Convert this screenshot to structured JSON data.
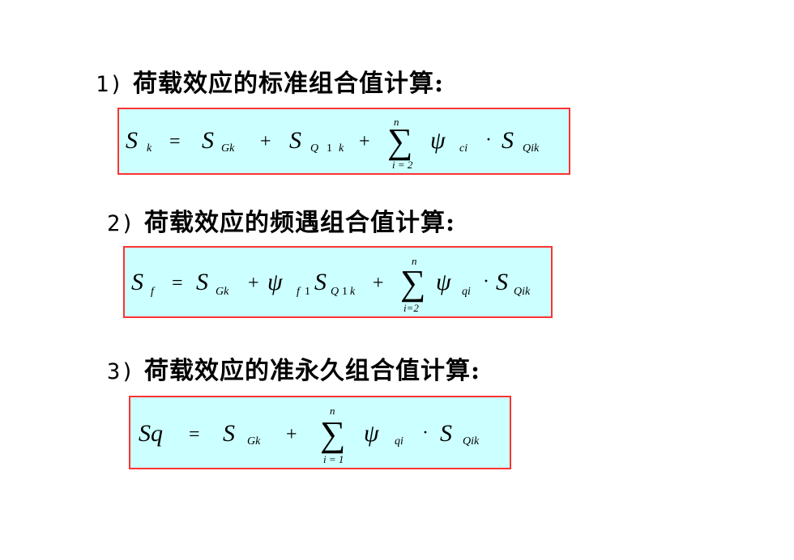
{
  "sections": [
    {
      "heading_number": "1)",
      "heading_text": "荷载效应的标准组合值计算:",
      "formula": {
        "lhs": "S",
        "lhs_sub": "k",
        "eq": "=",
        "t1": "S",
        "t1_sub": "Gk",
        "plus1": "+",
        "t2": "S",
        "t2_sub_a": "Q",
        "t2_sub_b": "1",
        "t2_sub_c": "k",
        "plus2": "+",
        "sum_top": "n",
        "sum": "∑",
        "sum_bottom": "i = 2",
        "psi": "ψ",
        "psi_sub": "ci",
        "dot": "·",
        "t3": "S",
        "t3_sub": "Qik"
      }
    },
    {
      "heading_number": "2)",
      "heading_text": "荷载效应的频遇组合值计算:",
      "formula": {
        "lhs": "S",
        "lhs_sub": "f",
        "eq": "=",
        "t1": "S",
        "t1_sub": "Gk",
        "plus1": "+",
        "psi1": "ψ",
        "psi1_sub_a": "f",
        "psi1_sub_b": "1",
        "t2": "S",
        "t2_sub_a": "Q",
        "t2_sub_b": "1",
        "t2_sub_c": "k",
        "plus2": "+",
        "sum_top": "n",
        "sum": "∑",
        "sum_bottom": "i=2",
        "psi": "ψ",
        "psi_sub": "qi",
        "dot": "·",
        "t3": "S",
        "t3_sub": "Qik"
      }
    },
    {
      "heading_number": "3)",
      "heading_text": "荷载效应的准永久组合值计算:",
      "formula": {
        "lhs": "Sq",
        "eq": "=",
        "t1": "S",
        "t1_sub": "Gk",
        "plus1": "+",
        "sum_top": "n",
        "sum": "∑",
        "sum_bottom": "i = 1",
        "psi": "ψ",
        "psi_sub": "qi",
        "dot": "·",
        "t3": "S",
        "t3_sub": "Qik"
      }
    }
  ]
}
